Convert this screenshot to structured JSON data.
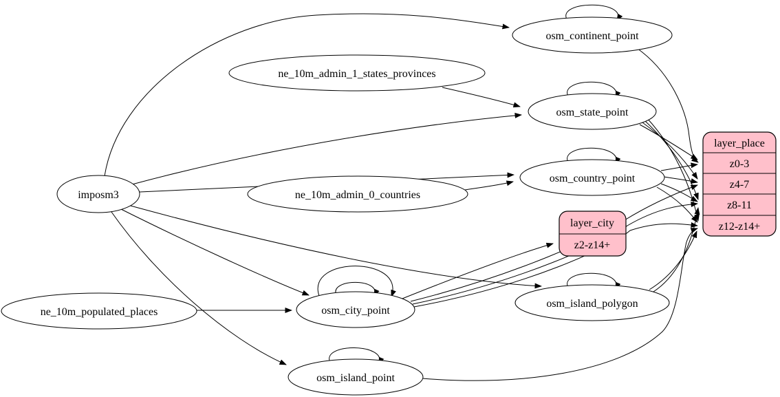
{
  "diagram": {
    "type": "graphviz-etl-graph",
    "background_color": "#ffffff",
    "edge_color": "#000000",
    "record_fill_color": "#ffc0cb",
    "node_fill_color": "#ffffff",
    "nodes": {
      "imposm3": {
        "label": "imposm3",
        "shape": "ellipse"
      },
      "ne_10m_admin_1_states_provinces": {
        "label": "ne_10m_admin_1_states_provinces",
        "shape": "ellipse"
      },
      "ne_10m_admin_0_countries": {
        "label": "ne_10m_admin_0_countries",
        "shape": "ellipse"
      },
      "ne_10m_populated_places": {
        "label": "ne_10m_populated_places",
        "shape": "ellipse"
      },
      "osm_continent_point": {
        "label": "osm_continent_point",
        "shape": "ellipse",
        "self_loops": 1
      },
      "osm_state_point": {
        "label": "osm_state_point",
        "shape": "ellipse",
        "self_loops": 1
      },
      "osm_country_point": {
        "label": "osm_country_point",
        "shape": "ellipse",
        "self_loops": 1
      },
      "osm_city_point": {
        "label": "osm_city_point",
        "shape": "ellipse",
        "self_loops": 2
      },
      "osm_island_polygon": {
        "label": "osm_island_polygon",
        "shape": "ellipse",
        "self_loops": 1
      },
      "osm_island_point": {
        "label": "osm_island_point",
        "shape": "ellipse",
        "self_loops": 1
      },
      "layer_city": {
        "title": "layer_city",
        "rows": [
          "z2-z14+"
        ],
        "shape": "record"
      },
      "layer_place": {
        "title": "layer_place",
        "rows": [
          "z0-3",
          "z4-7",
          "z8-11",
          "z12-z14+"
        ],
        "shape": "record"
      }
    },
    "edges": [
      {
        "from": "imposm3",
        "to": "osm_continent_point"
      },
      {
        "from": "imposm3",
        "to": "osm_state_point"
      },
      {
        "from": "imposm3",
        "to": "osm_country_point"
      },
      {
        "from": "imposm3",
        "to": "osm_city_point"
      },
      {
        "from": "imposm3",
        "to": "osm_island_polygon"
      },
      {
        "from": "imposm3",
        "to": "osm_island_point"
      },
      {
        "from": "ne_10m_admin_1_states_provinces",
        "to": "osm_state_point"
      },
      {
        "from": "ne_10m_admin_0_countries",
        "to": "osm_country_point"
      },
      {
        "from": "ne_10m_populated_places",
        "to": "osm_city_point"
      },
      {
        "from": "osm_continent_point",
        "to": "osm_continent_point"
      },
      {
        "from": "osm_state_point",
        "to": "osm_state_point"
      },
      {
        "from": "osm_country_point",
        "to": "osm_country_point"
      },
      {
        "from": "osm_city_point",
        "to": "osm_city_point"
      },
      {
        "from": "osm_city_point",
        "to": "osm_city_point"
      },
      {
        "from": "osm_island_polygon",
        "to": "osm_island_polygon"
      },
      {
        "from": "osm_island_point",
        "to": "osm_island_point"
      },
      {
        "from": "osm_continent_point",
        "to": "layer_place:z0-3"
      },
      {
        "from": "osm_state_point",
        "to": "layer_place:z0-3"
      },
      {
        "from": "osm_state_point",
        "to": "layer_place:z4-7"
      },
      {
        "from": "osm_state_point",
        "to": "layer_place:z8-11"
      },
      {
        "from": "osm_state_point",
        "to": "layer_place:z12-z14+"
      },
      {
        "from": "osm_country_point",
        "to": "layer_place:z0-3"
      },
      {
        "from": "osm_country_point",
        "to": "layer_place:z4-7"
      },
      {
        "from": "osm_country_point",
        "to": "layer_place:z8-11"
      },
      {
        "from": "osm_country_point",
        "to": "layer_place:z12-z14+"
      },
      {
        "from": "osm_city_point",
        "to": "layer_city:z2-z14+"
      },
      {
        "from": "osm_city_point",
        "to": "layer_place:z4-7"
      },
      {
        "from": "osm_city_point",
        "to": "layer_place:z8-11"
      },
      {
        "from": "osm_city_point",
        "to": "layer_place:z12-z14+"
      },
      {
        "from": "osm_island_polygon",
        "to": "layer_place:z8-11"
      },
      {
        "from": "osm_island_polygon",
        "to": "layer_place:z12-z14+"
      },
      {
        "from": "osm_island_point",
        "to": "layer_place:z12-z14+"
      }
    ]
  }
}
